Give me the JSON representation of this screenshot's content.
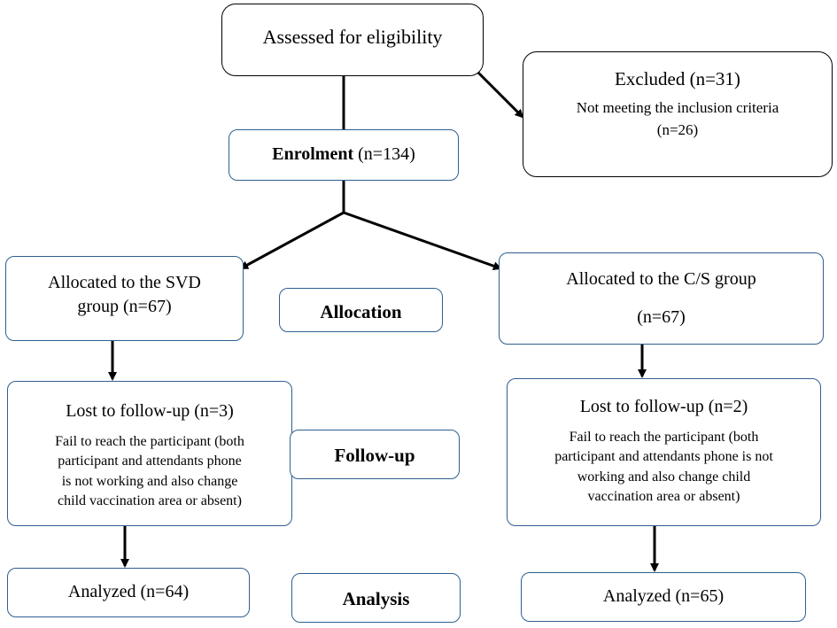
{
  "assessed": {
    "label": "Assessed for eligibility"
  },
  "excluded": {
    "title": "Excluded (n=31)",
    "reason": "Not meeting the inclusion criteria",
    "reason_count": "(n=26)"
  },
  "enrolment": {
    "label": "Enrolment",
    "count": " (n=134)"
  },
  "stages": {
    "allocation": "Allocation",
    "follow_up": "Follow-up",
    "analysis": "Analysis"
  },
  "left_arm": {
    "allocated_line1": "Allocated to the SVD",
    "allocated_line2": "group (n=67)",
    "lost_title": "Lost to follow-up (n=3)",
    "lost_reason_lines": [
      "Fail to reach the participant (both",
      "participant and attendants phone",
      "is not working and also change",
      "child vaccination area or absent)"
    ],
    "analyzed": "Analyzed (n=64)"
  },
  "right_arm": {
    "allocated_line1": "Allocated to the C/S group",
    "allocated_line2": "(n=67)",
    "lost_title": "Lost to follow-up (n=2)",
    "lost_reason_lines": [
      "Fail to reach the participant (both",
      "participant and attendants phone is not",
      "working and also change child",
      "vaccination area or absent)"
    ],
    "analyzed": "Analyzed (n=65)"
  },
  "colors": {
    "box_border_black": "#000000",
    "box_border_blue": "#2f5f8f",
    "connector": "#000000"
  }
}
